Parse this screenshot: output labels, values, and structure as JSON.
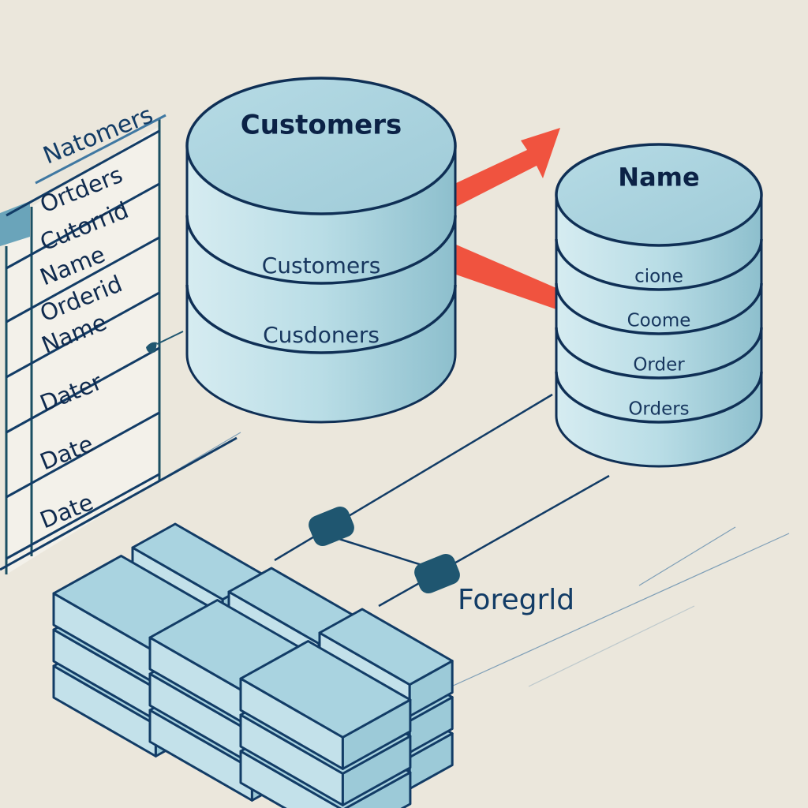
{
  "colors": {
    "background": "#ebe7dc",
    "outline": "#0f2f55",
    "fill_top": "#a9d3df",
    "fill_side": "#bfe0e8",
    "fill_shade": "#8fc0cf",
    "arrow": "#f0533f",
    "connector": "#1f5670",
    "text": "#0f2a4e",
    "table_bg": "#f1efe7"
  },
  "table": {
    "header": "Natomers",
    "rows": [
      "Ortders",
      "Cutorrid",
      "Name",
      "Orderid",
      "Name",
      "Dater",
      "Date",
      "Date"
    ]
  },
  "cylinder_left": {
    "top_label": "Customers",
    "layers": [
      "Customers",
      "Cusdoners"
    ]
  },
  "cylinder_right": {
    "top_label": "Name",
    "layers": [
      "cione",
      "Coome",
      "Order",
      "Orders"
    ]
  },
  "foreground_label": "Foregrld",
  "block_stacks": [
    {
      "name": "block-stack-1",
      "layers": 3
    },
    {
      "name": "block-stack-2",
      "layers": 3
    },
    {
      "name": "block-stack-3",
      "layers": 3
    }
  ]
}
